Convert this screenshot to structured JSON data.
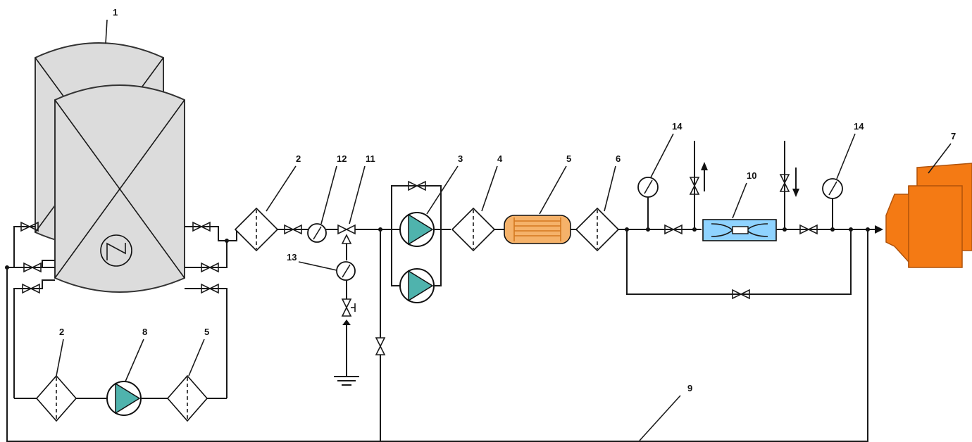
{
  "labels": {
    "tank": "1",
    "filter_main": "2",
    "filter_loop": "2",
    "pump_main": "3",
    "filter_4": "4",
    "heat_exchanger": "5",
    "filter_loop_5": "5",
    "filter_6": "6",
    "engine": "7",
    "pump_loop": "8",
    "return_line": "9",
    "flowmeter": "10",
    "three_way_valve": "11",
    "gauge_12": "12",
    "gauge_13": "13",
    "gauge_14_left": "14",
    "gauge_14_right": "14"
  },
  "colors": {
    "tank_fill": "#dcdcdc",
    "pump_fill": "#4fb3ad",
    "heat_exchanger_fill": "#f5b26a",
    "heat_exchanger_lines": "#d4781f",
    "flowmeter_fill": "#8fd3ff",
    "engine_fill": "#f47a14",
    "line": "#1a1a1a"
  }
}
